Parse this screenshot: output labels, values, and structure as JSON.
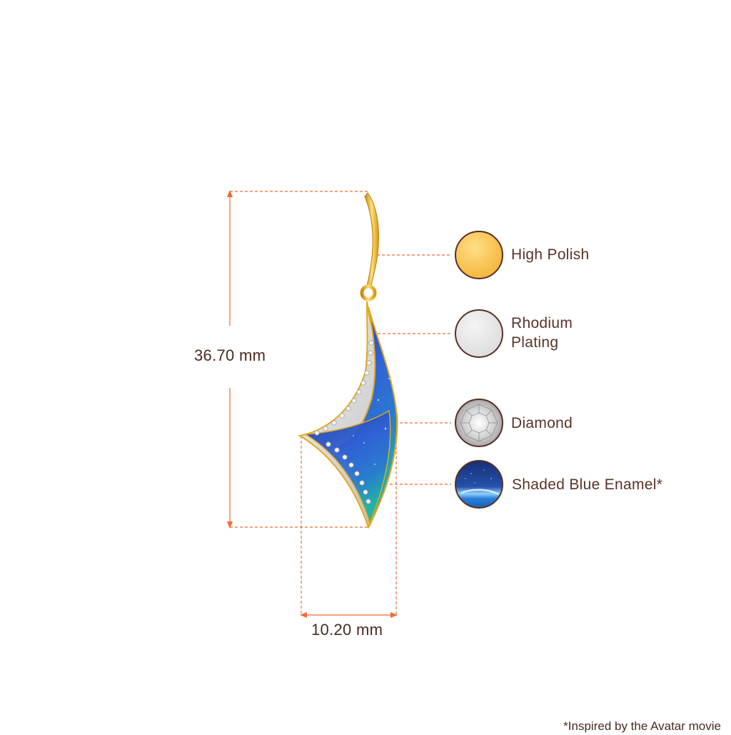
{
  "dimensions": {
    "height_label": "36.70 mm",
    "width_label": "10.20 mm"
  },
  "materials": [
    {
      "label": "High Polish",
      "swatch_color": "#f8c95a",
      "icon": "gold-polish-swatch"
    },
    {
      "label_line1": "Rhodium",
      "label_line2": "Plating",
      "swatch_color": "#e8e8e8",
      "icon": "rhodium-swatch"
    },
    {
      "label": "Diamond",
      "swatch_color": "#d9d9d9",
      "icon": "diamond-swatch"
    },
    {
      "label": "Shaded Blue Enamel*",
      "swatch_color": "#1f4f9e",
      "icon": "blue-enamel-swatch"
    }
  ],
  "footnote": "*Inspired by the Avatar movie",
  "colors": {
    "dimension_line": "#ef6b33",
    "text": "#5a3327",
    "gold": "#f3b51c",
    "enamel_blue": "#2a5fd0",
    "enamel_teal": "#24a7b5"
  }
}
